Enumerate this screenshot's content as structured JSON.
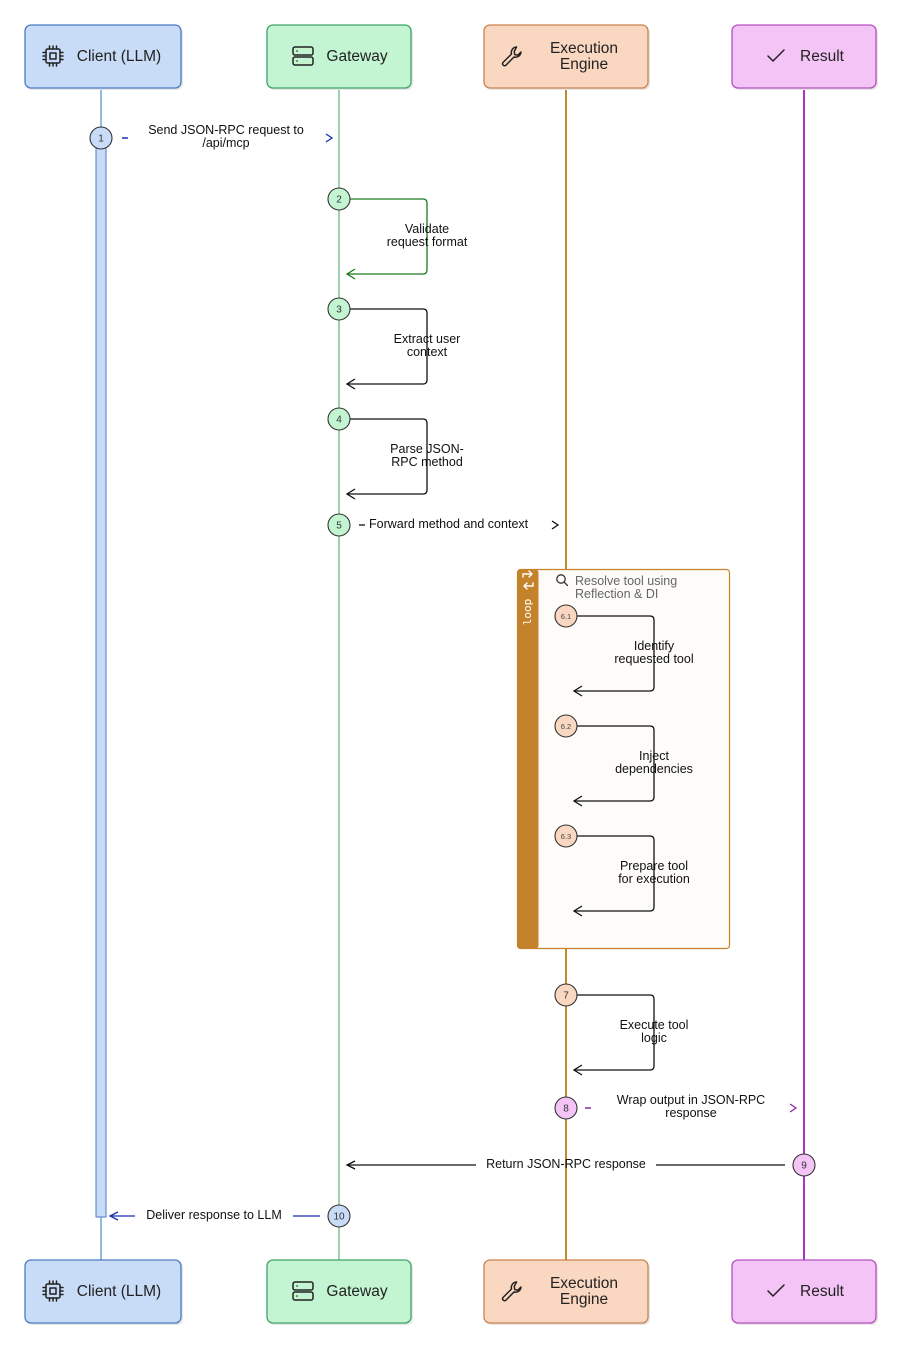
{
  "participants": [
    {
      "id": "client",
      "label": [
        "Client (LLM)"
      ],
      "icon": "cpu-icon",
      "fill": "#c9dcf7",
      "stroke": "#4b7bc4",
      "line": "#4a90c8"
    },
    {
      "id": "gateway",
      "label": [
        "Gateway"
      ],
      "icon": "server-icon",
      "fill": "#c4f5d3",
      "stroke": "#3da566",
      "line": "#5ab07a"
    },
    {
      "id": "engine",
      "label": [
        "Execution",
        "Engine"
      ],
      "icon": "wrench-icon",
      "fill": "#fad7c0",
      "stroke": "#c9844e",
      "line": "#c08a2e"
    },
    {
      "id": "result",
      "label": [
        "Result"
      ],
      "icon": "check-icon",
      "fill": "#f4c4f6",
      "stroke": "#b550c0",
      "line": "#a833c4"
    }
  ],
  "messages": [
    {
      "num": "1",
      "text": [
        "Send JSON-RPC request to",
        "/api/mcp"
      ],
      "color": "#1a2fb5"
    },
    {
      "num": "2",
      "text": [
        "Validate",
        "request format"
      ],
      "color": "#1d7a1d"
    },
    {
      "num": "3",
      "text": [
        "Extract user",
        "context"
      ],
      "color": "#111111"
    },
    {
      "num": "4",
      "text": [
        "Parse JSON-",
        "RPC method"
      ],
      "color": "#111111"
    },
    {
      "num": "5",
      "text": [
        "Forward method and context"
      ],
      "color": "#111111"
    },
    {
      "num": "6.1",
      "text": [
        "Identify",
        "requested tool"
      ],
      "color": "#111111"
    },
    {
      "num": "6.2",
      "text": [
        "Inject",
        "dependencies"
      ],
      "color": "#111111"
    },
    {
      "num": "6.3",
      "text": [
        "Prepare tool",
        "for execution"
      ],
      "color": "#111111"
    },
    {
      "num": "7",
      "text": [
        "Execute tool",
        "logic"
      ],
      "color": "#111111"
    },
    {
      "num": "8",
      "text": [
        "Wrap output in JSON-RPC",
        "response"
      ],
      "color": "#8b2a9e"
    },
    {
      "num": "9",
      "text": [
        "Return JSON-RPC response"
      ],
      "color": "#111111"
    },
    {
      "num": "10",
      "text": [
        "Deliver response to LLM"
      ],
      "color": "#1a2fb5"
    }
  ],
  "loop": {
    "label": "loop",
    "title": [
      "Resolve tool using",
      "Reflection & DI"
    ],
    "title_icon": "search-icon",
    "corner_icon": "loop-arrows-icon",
    "color": "#c4832a"
  }
}
